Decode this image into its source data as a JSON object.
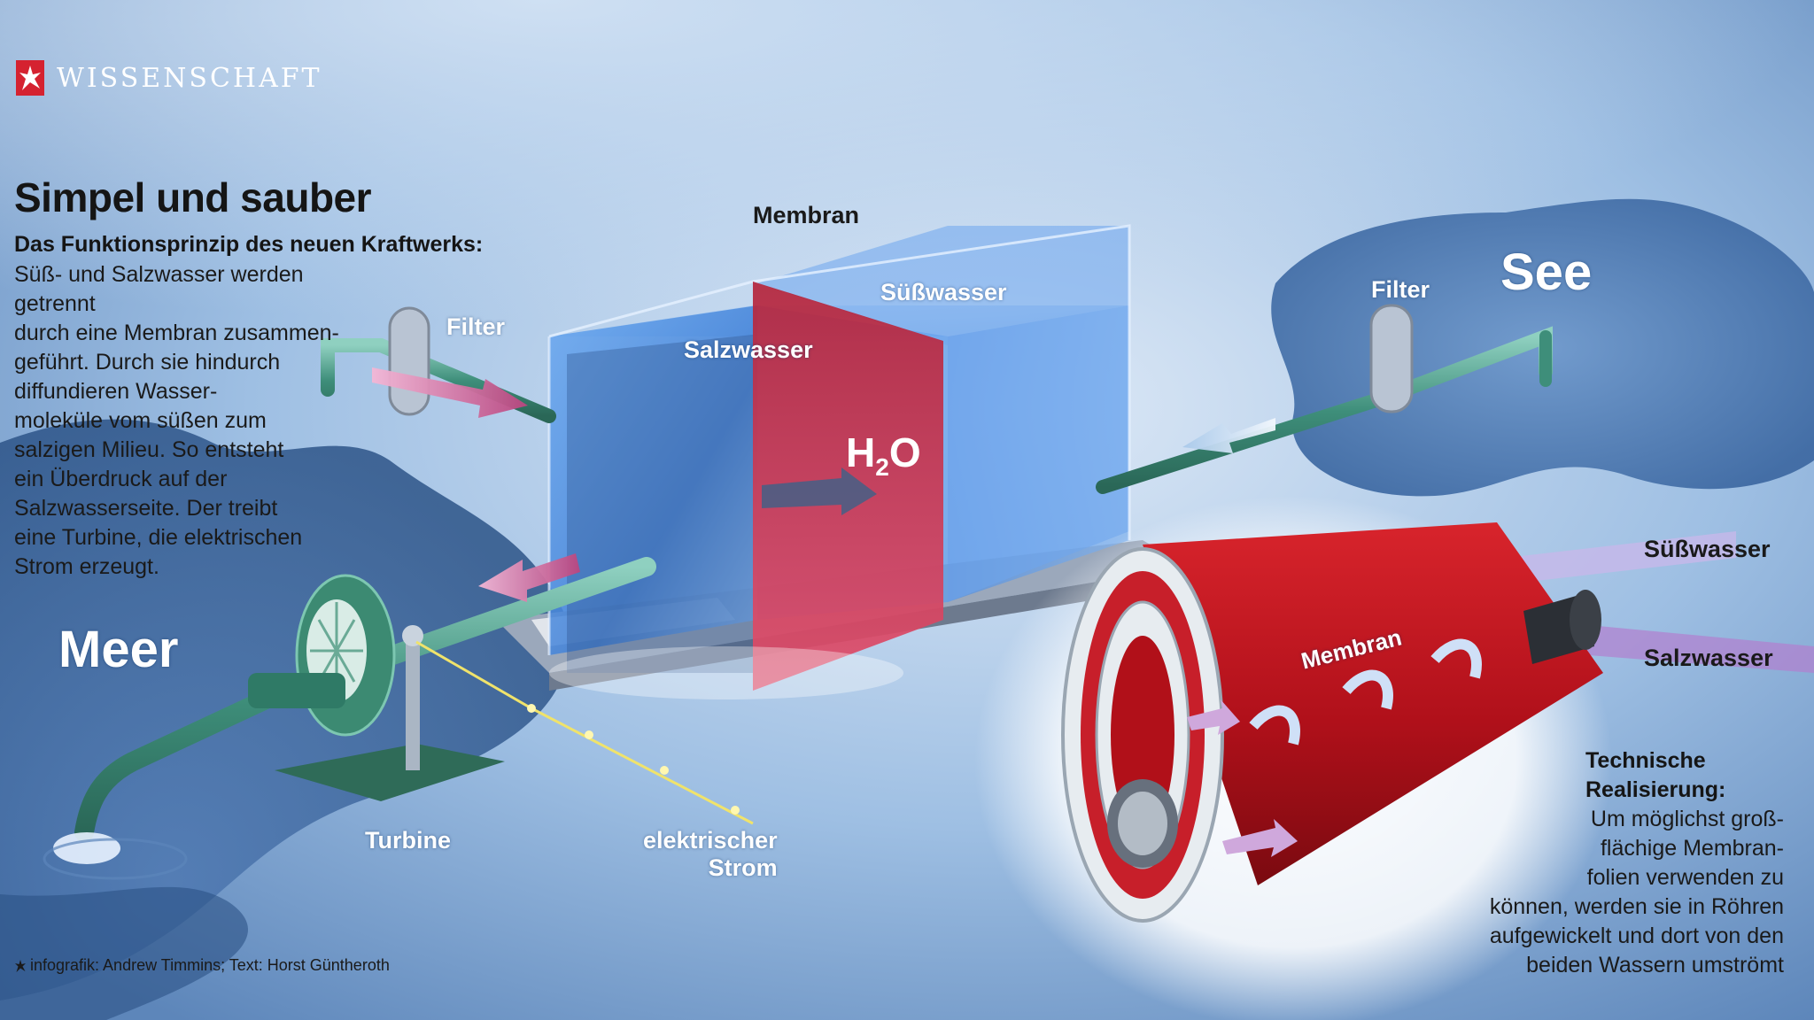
{
  "brand": {
    "name": "WISSENSCHAFT"
  },
  "header": {
    "title": "Simpel und sauber",
    "subtitle": "Das Funktionsprinzip des neuen Kraftwerks:",
    "lines": [
      "Süß- und Salzwasser werden getrennt",
      "durch eine Membran zusammen-",
      "geführt. Durch sie hindurch",
      "diffundieren Wasser-",
      "moleküle vom süßen zum",
      "salzigen Milieu. So entsteht",
      "ein Überdruck auf der",
      "Salzwasserseite. Der treibt",
      "eine Turbine, die elektrischen",
      "Strom erzeugt."
    ]
  },
  "labels": {
    "membran_top": "Membran",
    "suesswasser_tank": "Süßwasser",
    "salzwasser_tank": "Salzwasser",
    "h2o": "H",
    "h2o_sub": "2",
    "h2o_end": "O",
    "filter_left": "Filter",
    "filter_right": "Filter",
    "see": "See",
    "meer": "Meer",
    "turbine": "Turbine",
    "strom_line1": "elektrischer",
    "strom_line2": "Strom",
    "membran_roll": "Membran",
    "suesswasser_roll": "Süßwasser",
    "salzwasser_roll": "Salzwasser"
  },
  "technical": {
    "title_line1": "Technische",
    "title_line2": "Realisierung:",
    "lines": [
      "Um möglichst groß-",
      "flächige Membran-",
      "folien verwenden zu",
      "können, werden sie in Röhren",
      "aufgewickelt und dort von den",
      "beiden Wassern umströmt"
    ]
  },
  "credit": {
    "text": "infografik: Andrew Timmins; Text: Horst Güntheroth"
  },
  "colors": {
    "background": "#8fb3dc",
    "brand_red": "#d52230",
    "membrane_red": "#c8162a",
    "water_blue": "#4f8fe0",
    "pipe_green": "#4f9a86"
  }
}
